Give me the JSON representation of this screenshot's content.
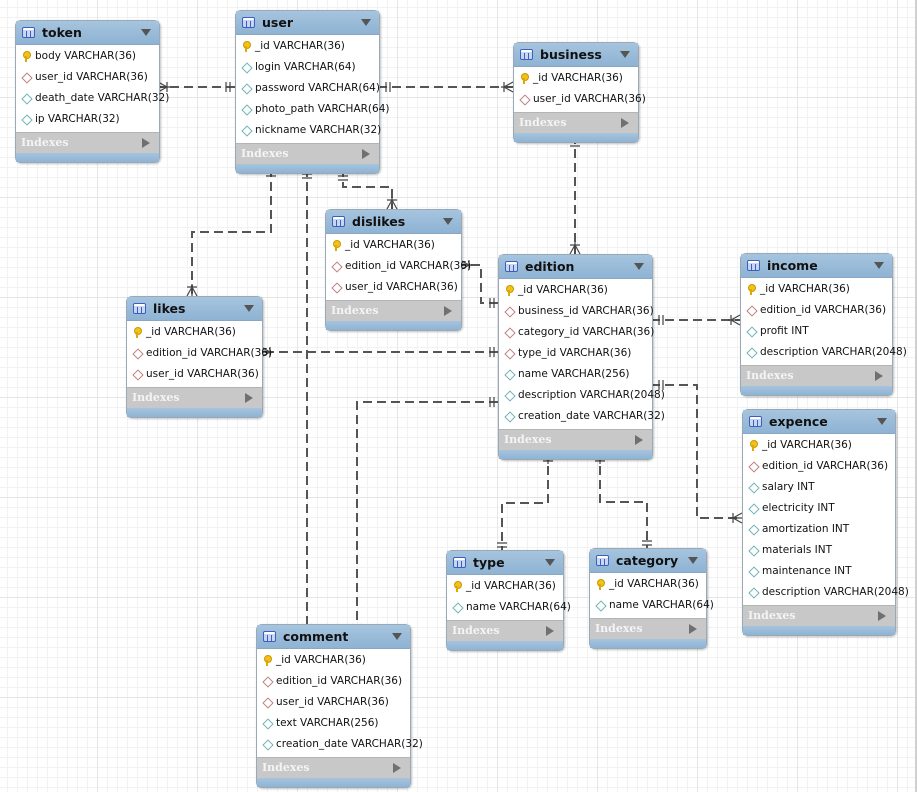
{
  "diagram": {
    "type": "EER diagram",
    "indexes_label": "Indexes",
    "entities": [
      {
        "id": "token",
        "name": "token",
        "columns": [
          {
            "name": "body VARCHAR(36)",
            "kind": "primary-key"
          },
          {
            "name": "user_id VARCHAR(36)",
            "kind": "foreign-key"
          },
          {
            "name": "death_date VARCHAR(32)",
            "kind": "attribute"
          },
          {
            "name": "ip VARCHAR(32)",
            "kind": "attribute"
          }
        ]
      },
      {
        "id": "user",
        "name": "user",
        "columns": [
          {
            "name": "_id VARCHAR(36)",
            "kind": "primary-key"
          },
          {
            "name": "login VARCHAR(64)",
            "kind": "attribute"
          },
          {
            "name": "password VARCHAR(64)",
            "kind": "attribute"
          },
          {
            "name": "photo_path VARCHAR(64)",
            "kind": "attribute"
          },
          {
            "name": "nickname VARCHAR(32)",
            "kind": "attribute"
          }
        ]
      },
      {
        "id": "business",
        "name": "business",
        "columns": [
          {
            "name": "_id VARCHAR(36)",
            "kind": "primary-key"
          },
          {
            "name": "user_id VARCHAR(36)",
            "kind": "foreign-key"
          }
        ]
      },
      {
        "id": "dislikes",
        "name": "dislikes",
        "columns": [
          {
            "name": "_id VARCHAR(36)",
            "kind": "primary-key"
          },
          {
            "name": "edition_id VARCHAR(36)",
            "kind": "foreign-key"
          },
          {
            "name": "user_id VARCHAR(36)",
            "kind": "foreign-key"
          }
        ]
      },
      {
        "id": "likes",
        "name": "likes",
        "columns": [
          {
            "name": "_id VARCHAR(36)",
            "kind": "primary-key"
          },
          {
            "name": "edition_id VARCHAR(36)",
            "kind": "foreign-key"
          },
          {
            "name": "user_id VARCHAR(36)",
            "kind": "foreign-key"
          }
        ]
      },
      {
        "id": "edition",
        "name": "edition",
        "columns": [
          {
            "name": "_id VARCHAR(36)",
            "kind": "primary-key"
          },
          {
            "name": "business_id VARCHAR(36)",
            "kind": "foreign-key"
          },
          {
            "name": "category_id VARCHAR(36)",
            "kind": "foreign-key"
          },
          {
            "name": "type_id VARCHAR(36)",
            "kind": "foreign-key"
          },
          {
            "name": "name VARCHAR(256)",
            "kind": "attribute"
          },
          {
            "name": "description VARCHAR(2048)",
            "kind": "attribute"
          },
          {
            "name": "creation_date VARCHAR(32)",
            "kind": "attribute"
          }
        ]
      },
      {
        "id": "income",
        "name": "income",
        "columns": [
          {
            "name": "_id VARCHAR(36)",
            "kind": "primary-key"
          },
          {
            "name": "edition_id VARCHAR(36)",
            "kind": "foreign-key"
          },
          {
            "name": "profit INT",
            "kind": "attribute"
          },
          {
            "name": "description VARCHAR(2048)",
            "kind": "attribute"
          }
        ]
      },
      {
        "id": "expence",
        "name": "expence",
        "columns": [
          {
            "name": "_id VARCHAR(36)",
            "kind": "primary-key"
          },
          {
            "name": "edition_id VARCHAR(36)",
            "kind": "foreign-key"
          },
          {
            "name": "salary INT",
            "kind": "attribute"
          },
          {
            "name": "electricity INT",
            "kind": "attribute"
          },
          {
            "name": "amortization INT",
            "kind": "attribute"
          },
          {
            "name": "materials INT",
            "kind": "attribute"
          },
          {
            "name": "maintenance INT",
            "kind": "attribute"
          },
          {
            "name": "description VARCHAR(2048)",
            "kind": "attribute"
          }
        ]
      },
      {
        "id": "type",
        "name": "type",
        "columns": [
          {
            "name": "_id VARCHAR(36)",
            "kind": "primary-key"
          },
          {
            "name": "name VARCHAR(64)",
            "kind": "attribute"
          }
        ]
      },
      {
        "id": "category",
        "name": "category",
        "columns": [
          {
            "name": "_id VARCHAR(36)",
            "kind": "primary-key"
          },
          {
            "name": "name VARCHAR(64)",
            "kind": "attribute"
          }
        ]
      },
      {
        "id": "comment",
        "name": "comment",
        "columns": [
          {
            "name": "_id VARCHAR(36)",
            "kind": "primary-key"
          },
          {
            "name": "edition_id VARCHAR(36)",
            "kind": "foreign-key"
          },
          {
            "name": "user_id VARCHAR(36)",
            "kind": "foreign-key"
          },
          {
            "name": "text VARCHAR(256)",
            "kind": "attribute"
          },
          {
            "name": "creation_date VARCHAR(32)",
            "kind": "attribute"
          }
        ]
      }
    ],
    "relationships": [
      {
        "from": "user",
        "to": "token",
        "cardinality": "one-to-many"
      },
      {
        "from": "user",
        "to": "business",
        "cardinality": "one-to-many"
      },
      {
        "from": "user",
        "to": "likes",
        "cardinality": "one-to-many"
      },
      {
        "from": "user",
        "to": "dislikes",
        "cardinality": "one-to-many"
      },
      {
        "from": "user",
        "to": "comment",
        "cardinality": "one-to-many"
      },
      {
        "from": "business",
        "to": "edition",
        "cardinality": "one-to-many"
      },
      {
        "from": "edition",
        "to": "dislikes",
        "cardinality": "one-to-many"
      },
      {
        "from": "edition",
        "to": "likes",
        "cardinality": "one-to-many"
      },
      {
        "from": "edition",
        "to": "comment",
        "cardinality": "one-to-many"
      },
      {
        "from": "edition",
        "to": "income",
        "cardinality": "one-to-many"
      },
      {
        "from": "edition",
        "to": "expence",
        "cardinality": "one-to-many"
      },
      {
        "from": "type",
        "to": "edition",
        "cardinality": "one-to-many"
      },
      {
        "from": "category",
        "to": "edition",
        "cardinality": "one-to-many"
      }
    ]
  }
}
